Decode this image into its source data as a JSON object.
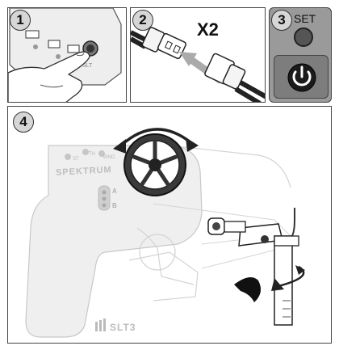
{
  "steps": [
    {
      "number": "1"
    },
    {
      "number": "2",
      "multiplier": "X2"
    },
    {
      "number": "3",
      "button_label": "SET"
    },
    {
      "number": "4",
      "brand": "SPEKTRUM",
      "model": "SLT3",
      "switch_a": "A",
      "switch_b": "B",
      "small_labels": [
        "ST",
        "TH",
        "BIND"
      ]
    }
  ],
  "colors": {
    "outline": "#444444",
    "badge_fill": "#d6d6d6",
    "ghost": "#d0d0d0",
    "power_button": "#8c8c8c",
    "panel3_bg": "#9a9a9a"
  },
  "icons": [
    "finger-press-icon",
    "connector-arrow-icon",
    "power-icon",
    "rotate-arrow-icon"
  ]
}
